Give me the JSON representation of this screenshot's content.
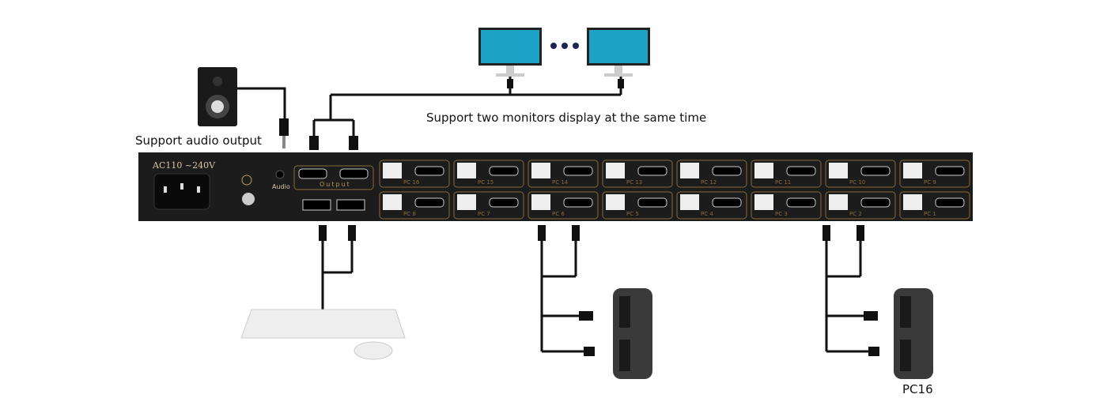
{
  "labels": {
    "audio_caption": "Support audio output",
    "monitors_caption": "Support two monitors display at the same time",
    "pc_caption": "PC16"
  },
  "panel": {
    "power_label": "AC110 ~240V",
    "audio_label": "Audio",
    "output_label": "Output",
    "top_ports": [
      "PC 16",
      "PC 15",
      "PC 14",
      "PC 13",
      "PC 12",
      "PC 11",
      "PC 10",
      "PC 9"
    ],
    "bottom_ports": [
      "PC 8",
      "PC 7",
      "PC 6",
      "PC 5",
      "PC 4",
      "PC 3",
      "PC 2",
      "PC 1"
    ]
  },
  "colors": {
    "panel": "#1c1c1c",
    "trim": "#8a6a3a",
    "cable": "#111111",
    "screen": "#1ea3c8"
  }
}
